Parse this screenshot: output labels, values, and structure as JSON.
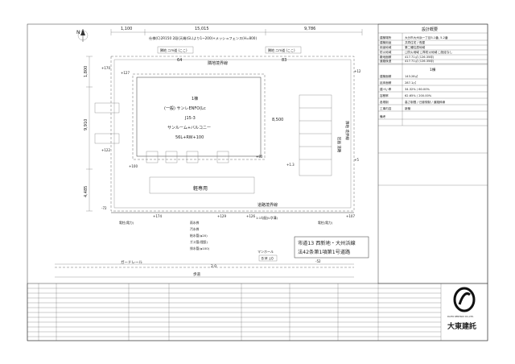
{
  "dimensions": {
    "top": [
      "1,100",
      "15,015",
      "9,786"
    ],
    "left_vertical": [
      "1,800",
      "9,910",
      "4,485"
    ],
    "right_inner": "8,500",
    "road_setback": "2.0"
  },
  "site_note_top": "仕様(C)2R150 2段(天端(GL)より1~200)+メッシュフェンス(H=800)",
  "labels": {
    "north_mark": "N",
    "neighbor_top_left": "隣地 二m道 (ここ)",
    "neighbor_top_left_num": "64",
    "neighbor_top_mid": "隣地境界線",
    "neighbor_top_right": "隣地 二m道 (ここ)",
    "neighbor_top_right_num": "83",
    "right_side_vertical": "隣地 境界線",
    "right_side_road": "区画 道路",
    "building_title": "1棟",
    "building_spec_1": "(一般) サンレENFO(Lc",
    "building_spec_2": "J15-3",
    "building_spec_3": "サンルーム+バルコニー",
    "building_spec_4": "56L+RW+100",
    "parking_label": "軽専用",
    "road_boundary": "道路境界線",
    "road_name_1": "市道13 西新地・大州浜線",
    "road_name_2": "法42条第1項第1号道路",
    "guardrail": "ガードレール",
    "sidewalk": "歩道",
    "manhole_label": "マンホール",
    "manhole_value": "B M ±0",
    "utility_notes": [
      "電柱(電力)",
      "電柱(電力)",
      "雨水桝",
      "汚水桝",
      "給水管(φ20)",
      "ガス管(埋設)",
      "排水管(φ100)",
      "1:1勾配(U字溝)"
    ],
    "levels": [
      "+170",
      "+127",
      "+122",
      "+100",
      "+174",
      "+129",
      "+126",
      "+107",
      "+12",
      "+5",
      "-72",
      "-52",
      "+1.3",
      "+80"
    ]
  },
  "summary_table": {
    "title": "設計概要",
    "rows": [
      {
        "key": "建築場所",
        "val": "大分市大州浜一丁目5-1番, 5-2番"
      },
      {
        "key": "建築用途",
        "val": "共同住宅 / 長屋"
      },
      {
        "key": "用途地域",
        "val": "第二種住居地域"
      },
      {
        "key": "防火地域",
        "val": "□防火地域 □準防火地域 □指定なし"
      },
      {
        "key": "敷地面積",
        "val": "417.71㎡ (126.35坪)"
      },
      {
        "key": "道路後退",
        "val": "417.71㎡ (126.35坪)"
      },
      {
        "key": "建築面積",
        "val": "143.28㎡"
      },
      {
        "key": "延床面積",
        "val": "287.1㎡"
      },
      {
        "key": "建ぺい率",
        "val": "34.32% / 60.00%"
      },
      {
        "key": "容積率",
        "val": "62.65% / 200.00%"
      },
      {
        "key": "各規制",
        "val": "高さ制限 / 日影規制 / 道路斜線"
      },
      {
        "key": "工事内容",
        "val": "新築"
      },
      {
        "key": "備考",
        "val": ""
      }
    ]
  },
  "building_header": "1棟",
  "logo_caption": "大東建託",
  "logo_small": "DAITO KENTAKU CO.,LTD."
}
